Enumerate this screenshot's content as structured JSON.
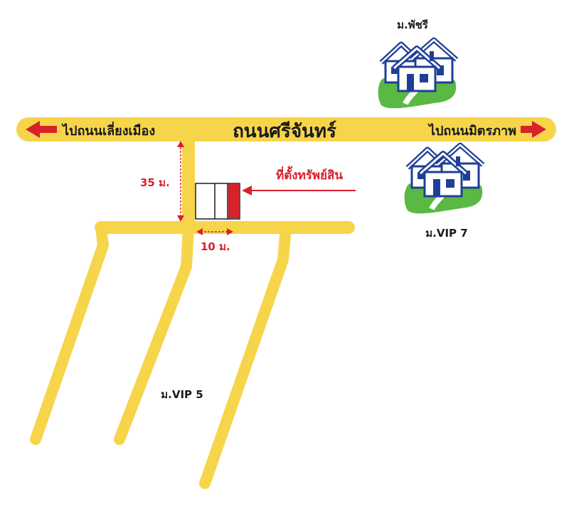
{
  "main_road": {
    "name": "ถนนศรีจันทร์",
    "left_direction": "ไปถนนเลี่ยงเมือง",
    "right_direction": "ไปถนนมิตรภาพ"
  },
  "property": {
    "label": "ที่ตั้งทรัพย์สิน",
    "distance_from_road": "35 ม.",
    "frontage": "10 ม."
  },
  "villages": {
    "top": "ม.พัชรี",
    "right": "ม.VIP 7",
    "bottom": "ม.VIP 5"
  },
  "colors": {
    "road": "#f7d54a",
    "road_edge": "#e9c12c",
    "red": "#d7212b",
    "house_blue": "#1f3f96",
    "grass": "#59b944",
    "text": "#1a1a1a"
  },
  "icons": {
    "left_arrow": "red-left-arrow-icon",
    "right_arrow": "red-right-arrow-icon",
    "village": "houses-icon"
  }
}
